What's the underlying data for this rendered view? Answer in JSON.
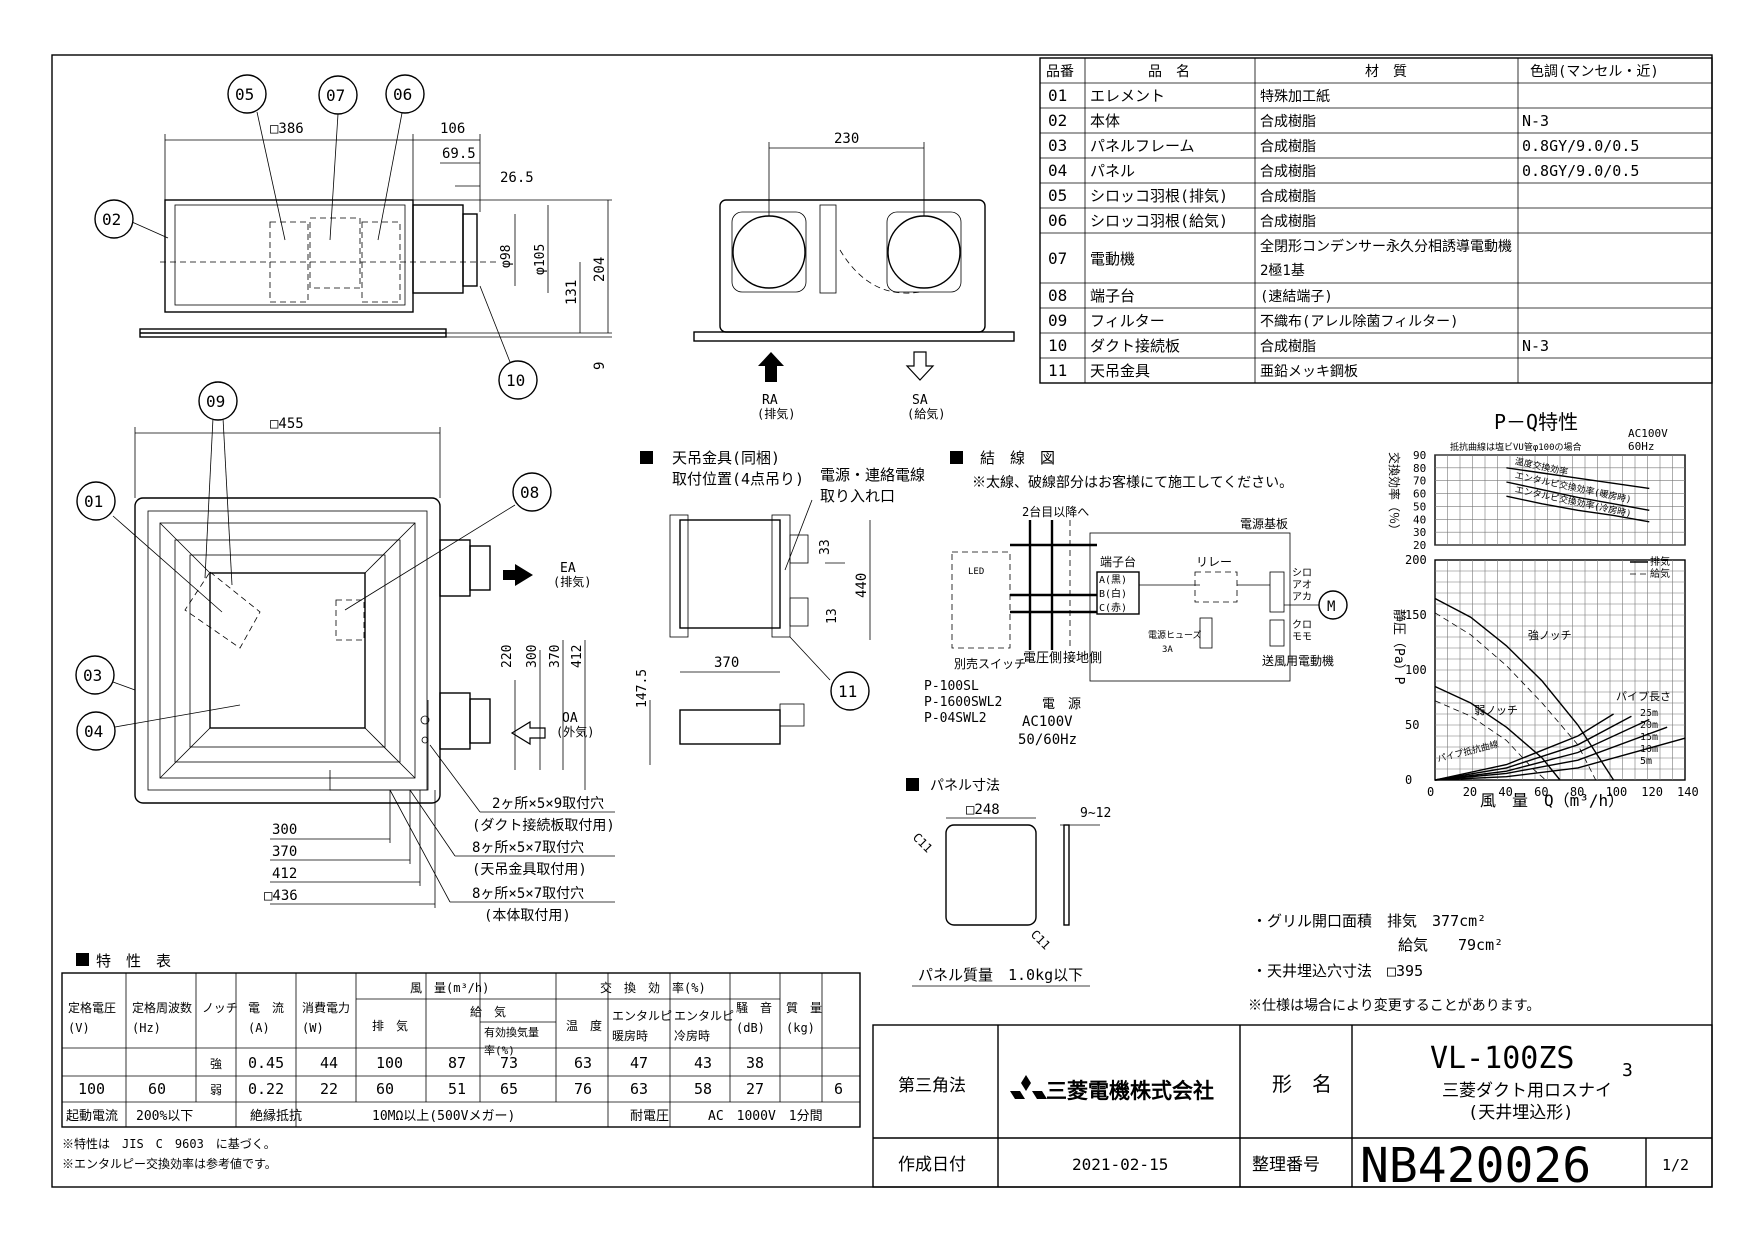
{
  "parts_table": {
    "headers": [
      "品番",
      "品　名",
      "材　質",
      "色調(マンセル・近)"
    ],
    "rows": [
      {
        "no": "01",
        "name": "エレメント",
        "material": [
          "特殊加工紙"
        ],
        "color": ""
      },
      {
        "no": "02",
        "name": "本体",
        "material": [
          "合成樹脂"
        ],
        "color": "N-3"
      },
      {
        "no": "03",
        "name": "パネルフレーム",
        "material": [
          "合成樹脂"
        ],
        "color": "0.8GY/9.0/0.5"
      },
      {
        "no": "04",
        "name": "パネル",
        "material": [
          "合成樹脂"
        ],
        "color": "0.8GY/9.0/0.5"
      },
      {
        "no": "05",
        "name": "シロッコ羽根(排気)",
        "material": [
          "合成樹脂"
        ],
        "color": ""
      },
      {
        "no": "06",
        "name": "シロッコ羽根(給気)",
        "material": [
          "合成樹脂"
        ],
        "color": ""
      },
      {
        "no": "07",
        "name": "電動機",
        "material": [
          "全閉形コンデンサー永久分相誘導電動機",
          "2極1基"
        ],
        "color": ""
      },
      {
        "no": "08",
        "name": "端子台",
        "material": [
          "(速結端子)"
        ],
        "color": ""
      },
      {
        "no": "09",
        "name": "フィルター",
        "material": [
          "不織布(アレル除菌フィルター)"
        ],
        "color": ""
      },
      {
        "no": "10",
        "name": "ダクト接続板",
        "material": [
          "合成樹脂"
        ],
        "color": "N-3"
      },
      {
        "no": "11",
        "name": "天吊金具",
        "material": [
          "亜鉛メッキ鋼板"
        ],
        "color": ""
      }
    ]
  },
  "side_view": {
    "balloons": [
      "05",
      "07",
      "06",
      "02",
      "10"
    ],
    "dims": [
      "□386",
      "106",
      "69.5",
      "26.5",
      "φ98",
      "φ105",
      "131",
      "204",
      "9"
    ]
  },
  "front_view": {
    "dim_width": "230",
    "ra_label": "RA",
    "ra_sub": "(排気)",
    "sa_label": "SA",
    "sa_sub": "(給気)"
  },
  "plan_view": {
    "balloons": [
      "09",
      "01",
      "08",
      "03",
      "04"
    ],
    "width_dim": "□455",
    "ea_label": "EA",
    "ea_sub": "(排気)",
    "oa_label": "OA",
    "oa_sub": "(外気)",
    "vdims": [
      "220",
      "300",
      "370",
      "412"
    ],
    "bottom_dims": [
      "300",
      "370",
      "412",
      "□436"
    ],
    "notes": [
      "2ヶ所×5×9取付穴",
      "(ダクト接続板取付用)",
      "8ヶ所×5×7取付穴",
      "(天吊金具取付用)",
      "8ヶ所×5×7取付穴",
      "(本体取付用)"
    ]
  },
  "bracket": {
    "title": "天吊金具(同梱)",
    "subtitle": "取付位置(4点吊り)",
    "cable_label": [
      "電源・連絡電線",
      "取り入れ口"
    ],
    "dims": [
      "33",
      "13",
      "440",
      "370",
      "147.5"
    ],
    "balloon": "11"
  },
  "wiring": {
    "title": "結　線　図",
    "note": "※太線、破線部分はお客様にて施工してください。",
    "board_label": "電源基板",
    "next_units": "2台目以降へ",
    "terminal_title": "端子台",
    "terminals": [
      "A(黒)",
      "B(白)",
      "C(赤)"
    ],
    "relay": "リレー",
    "wire_colors": [
      "シロ",
      "アオ",
      "アカ",
      "クロ",
      "モモ"
    ],
    "fuse": "電源ヒューズ",
    "fuse_value": "3A",
    "motor_label": "送風用電動機",
    "motor_symbol": "M",
    "led": "LED",
    "switch_label": "別売スイッチ",
    "switch_models": [
      "P-100SL",
      "P-1600SWL2",
      "P-04SWL2"
    ],
    "side_labels": [
      "電圧側",
      "接地側"
    ],
    "power": [
      "電　源",
      "AC100V",
      "50/60Hz"
    ]
  },
  "panel_dims": {
    "title": "パネル寸法",
    "size": "□248",
    "thickness": "9~12",
    "corner": "C11",
    "mass": "パネル質量　1.0kg以下"
  },
  "pq_chart": {
    "title": "P－Q特性",
    "power": "AC100V",
    "freq": "60Hz",
    "eff_note": "抵抗曲線は塩ビVU管φ100の場合",
    "eff_label": "交換効率（％）",
    "static_label": "静圧（Pa）P",
    "xlabel": "風　量　Q（m³/h）",
    "legend": [
      "排気",
      "給気"
    ],
    "pipe_label": "パイプ長さ",
    "pipe_lengths": [
      "25m",
      "20m",
      "15m",
      "10m",
      "5m"
    ],
    "resist_label": "パイプ抵抗曲線"
  },
  "chart_data": {
    "type": "line",
    "title": "P－Q特性",
    "xlabel": "風　量　Q（m³/h）",
    "ylabel": "静圧（Pa）P",
    "x_ticks": [
      0,
      20,
      40,
      60,
      80,
      100,
      120,
      140
    ],
    "xlim": [
      0,
      140
    ],
    "ylim": [
      0,
      200
    ],
    "y_ticks": [
      0,
      50,
      100,
      150,
      200
    ],
    "eff_ylim": [
      20,
      90
    ],
    "eff_ticks": [
      20,
      30,
      40,
      50,
      60,
      70,
      80,
      90
    ],
    "efficiency_series": [
      {
        "name": "温度交換効率",
        "x": [
          40,
          60,
          80,
          100,
          120
        ],
        "y": [
          80,
          76,
          72,
          68,
          64
        ]
      },
      {
        "name": "エンタルピ交換効率(暖房時)",
        "x": [
          40,
          60,
          80,
          100,
          120
        ],
        "y": [
          69,
          63,
          57,
          52,
          47
        ]
      },
      {
        "name": "エンタルピ交換効率(冷房時)",
        "x": [
          40,
          60,
          80,
          100,
          120
        ],
        "y": [
          58,
          52,
          47,
          43,
          38
        ]
      }
    ],
    "series": [
      {
        "name": "強ノッチ 排気",
        "x": [
          0,
          20,
          40,
          60,
          80,
          100
        ],
        "y": [
          165,
          148,
          122,
          90,
          50,
          0
        ]
      },
      {
        "name": "強ノッチ 給気",
        "x": [
          0,
          20,
          40,
          60,
          80,
          90
        ],
        "y": [
          152,
          132,
          104,
          70,
          32,
          0
        ]
      },
      {
        "name": "弱ノッチ 排気",
        "x": [
          0,
          20,
          40,
          60,
          70
        ],
        "y": [
          85,
          70,
          48,
          20,
          0
        ]
      },
      {
        "name": "弱ノッチ 給気",
        "x": [
          0,
          20,
          40,
          55,
          62
        ],
        "y": [
          72,
          58,
          36,
          10,
          0
        ]
      }
    ],
    "pipe_curves": [
      {
        "name": "25m",
        "x": [
          0,
          40,
          80,
          100
        ],
        "y": [
          0,
          14,
          40,
          60
        ]
      },
      {
        "name": "20m",
        "x": [
          0,
          40,
          80,
          110
        ],
        "y": [
          0,
          11,
          32,
          58
        ]
      },
      {
        "name": "15m",
        "x": [
          0,
          40,
          80,
          120
        ],
        "y": [
          0,
          8,
          25,
          55
        ]
      },
      {
        "name": "10m",
        "x": [
          0,
          40,
          80,
          130
        ],
        "y": [
          0,
          6,
          18,
          48
        ]
      },
      {
        "name": "5m",
        "x": [
          0,
          40,
          80,
          140
        ],
        "y": [
          0,
          3,
          11,
          38
        ]
      }
    ],
    "curve_labels": [
      "強ノッチ",
      "弱ノッチ"
    ]
  },
  "spec_table": {
    "title": "特　性　表",
    "head1": [
      "定格電圧\n(V)",
      "定格周波数\n(Hz)",
      "ノッチ",
      "電　流\n(A)",
      "消費電力\n(W)",
      "風　量(m³/h)",
      "交　換　効　率(%)",
      "騒　音\n(dB)",
      "質　量\n(kg)"
    ],
    "head2": [
      "排　気",
      "給　気",
      "温　度",
      "エンタルピ\n暖房時",
      "エンタルピ\n冷房時"
    ],
    "head3": [
      "有効換気量\n率(%)"
    ],
    "voltage": "100",
    "freq": "60",
    "mass": "6",
    "rows": [
      {
        "notch": "強",
        "current": "0.45",
        "power": "44",
        "exhaust": "100",
        "supply": "87",
        "eff_rate": "73",
        "temp": "63",
        "ent_heat": "47",
        "ent_cool": "43",
        "noise": "38"
      },
      {
        "notch": "弱",
        "current": "0.22",
        "power": "22",
        "exhaust": "60",
        "supply": "51",
        "eff_rate": "65",
        "temp": "76",
        "ent_heat": "63",
        "ent_cool": "58",
        "noise": "27"
      }
    ],
    "footer": [
      "起動電流",
      "200%以下",
      "絶縁抵抗",
      "10MΩ以上(500Vメガー)",
      "耐電圧",
      "AC　1000V　1分間"
    ],
    "notes": [
      "※特性は　JIS　C　9603　に基づく。",
      "※エンタルピー交換効率は参考値です。"
    ]
  },
  "misc_notes": [
    "・グリル開口面積　排気　377cm²",
    "給気　　79cm²",
    "・天井埋込穴寸法　□395",
    "※仕様は場合により変更することがあります。"
  ],
  "title_block": {
    "projection": "第三角法",
    "company": "三菱電機株式会社",
    "model_label": "形　名",
    "model": "VL-100ZS",
    "model_sub": "3",
    "product": "三菱ダクト用ロスナイ",
    "product_sub": "(天井埋込形)",
    "date_label": "作成日付",
    "date": "2021-02-15",
    "doc_label": "整理番号",
    "doc_no": "NB420026",
    "page": "1/2"
  }
}
